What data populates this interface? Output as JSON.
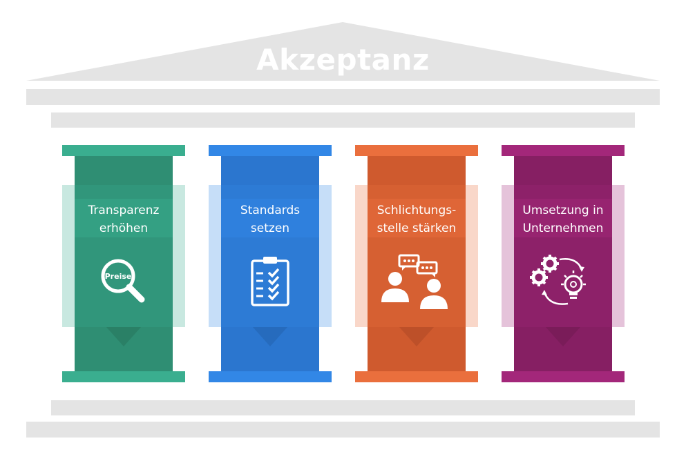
{
  "title": "Akzeptanz",
  "colors": {
    "roof": "#e4e4e4",
    "slab": "#e4e4e4",
    "title_text": "#ffffff"
  },
  "pillars": [
    {
      "label_line1": "Transparenz",
      "label_line2": "erhöhen",
      "icon": "magnifier-icon",
      "icon_text": "Preise",
      "color": "#3aae8f",
      "shaft_color": "#2f8e73"
    },
    {
      "label_line1": "Standards",
      "label_line2": "setzen",
      "icon": "checklist-icon",
      "icon_text": "",
      "color": "#3287e6",
      "shaft_color": "#2b76cf"
    },
    {
      "label_line1": "Schlichtungs-",
      "label_line2": "stelle stärken",
      "icon": "conversation-icon",
      "icon_text": "",
      "color": "#ea6f3d",
      "shaft_color": "#cf5a2e"
    },
    {
      "label_line1": "Umsetzung in",
      "label_line2": "Unternehmen",
      "icon": "gears-lightbulb-icon",
      "icon_text": "",
      "color": "#a3277a",
      "shaft_color": "#861f63"
    }
  ]
}
